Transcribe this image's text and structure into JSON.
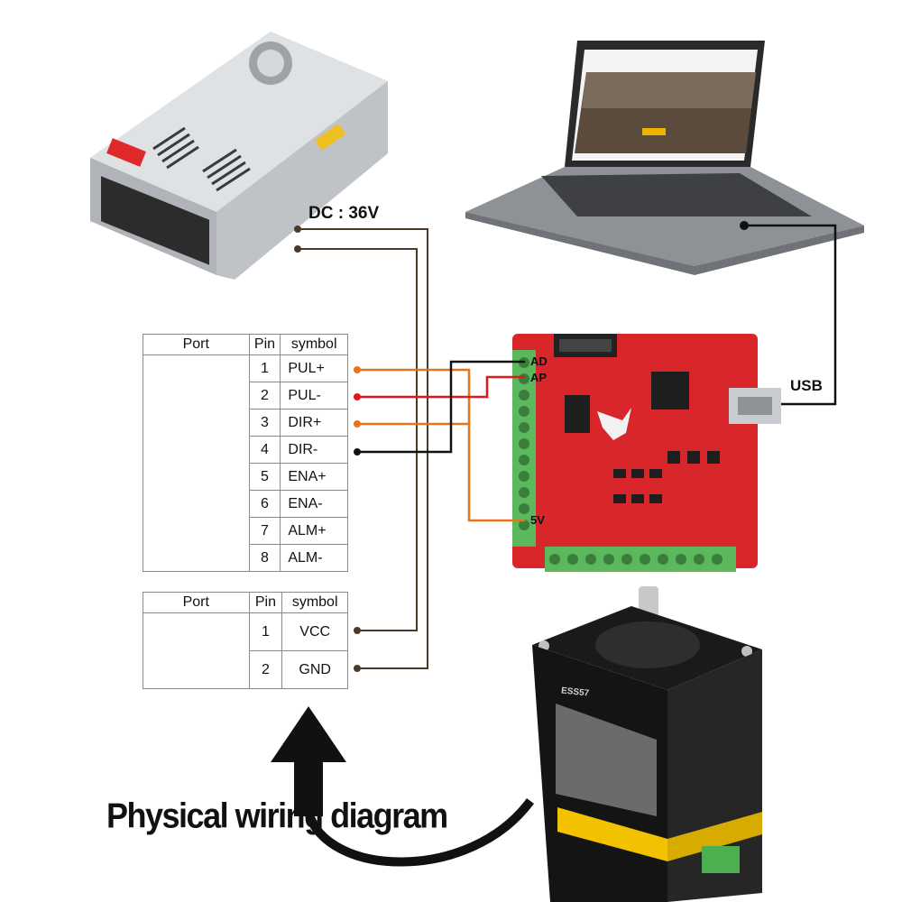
{
  "title": "Physical wiring diagram",
  "power_label": "DC : 36V",
  "usb_label": "USB",
  "terminals": {
    "ad": "AD",
    "ap": "AP",
    "v5": "5V"
  },
  "motor_label": "ESS57",
  "table_signal": {
    "headers": [
      "Port",
      "Pin",
      "symbol"
    ],
    "rows": [
      {
        "pin": "1",
        "symbol": "PUL+"
      },
      {
        "pin": "2",
        "symbol": "PUL-"
      },
      {
        "pin": "3",
        "symbol": "DIR+"
      },
      {
        "pin": "4",
        "symbol": "DIR-"
      },
      {
        "pin": "5",
        "symbol": "ENA+"
      },
      {
        "pin": "6",
        "symbol": "ENA-"
      },
      {
        "pin": "7",
        "symbol": "ALM+"
      },
      {
        "pin": "8",
        "symbol": "ALM-"
      }
    ]
  },
  "table_power": {
    "headers": [
      "Port",
      "Pin",
      "symbol"
    ],
    "rows": [
      {
        "pin": "1",
        "symbol": "VCC"
      },
      {
        "pin": "2",
        "symbol": "GND"
      }
    ]
  },
  "colors": {
    "orange_wire": "#e8731a",
    "red_wire": "#e01818",
    "black_wire": "#111111",
    "brown_wire": "#4a3a2a",
    "board_red": "#d8262b",
    "terminal_green": "#5cb85c"
  }
}
